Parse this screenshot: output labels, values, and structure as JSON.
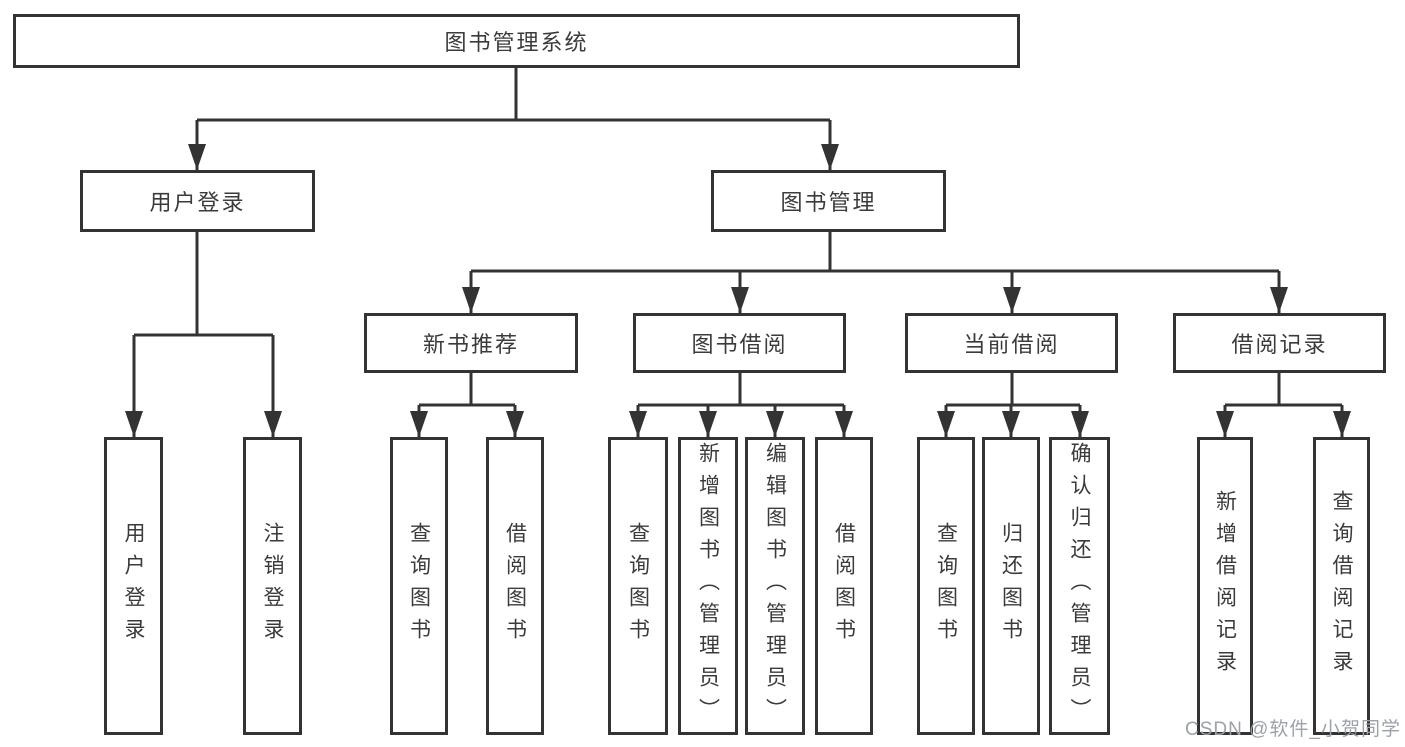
{
  "diagram": {
    "root": "图书管理系统",
    "login_branch": {
      "label": "用户登录",
      "children": [
        "用户登录",
        "注销登录"
      ]
    },
    "management_branch": {
      "label": "图书管理",
      "sections": [
        {
          "label": "新书推荐",
          "children": [
            "查询图书",
            "借阅图书"
          ]
        },
        {
          "label": "图书借阅",
          "children": [
            "查询图书",
            "新增图书（管理员）",
            "编辑图书（管理员）",
            "借阅图书"
          ]
        },
        {
          "label": "当前借阅",
          "children": [
            "查询图书",
            "归还图书",
            "确认归还（管理员）"
          ]
        },
        {
          "label": "借阅记录",
          "children": [
            "新增借阅记录",
            "查询借阅记录"
          ]
        }
      ]
    },
    "watermark": "CSDN @软件_小贺同学",
    "colors": {
      "line": "#333333",
      "box_border": "#333333",
      "text": "#3b3b3b",
      "watermark": "#9da1a9",
      "background": "#ffffff"
    }
  }
}
